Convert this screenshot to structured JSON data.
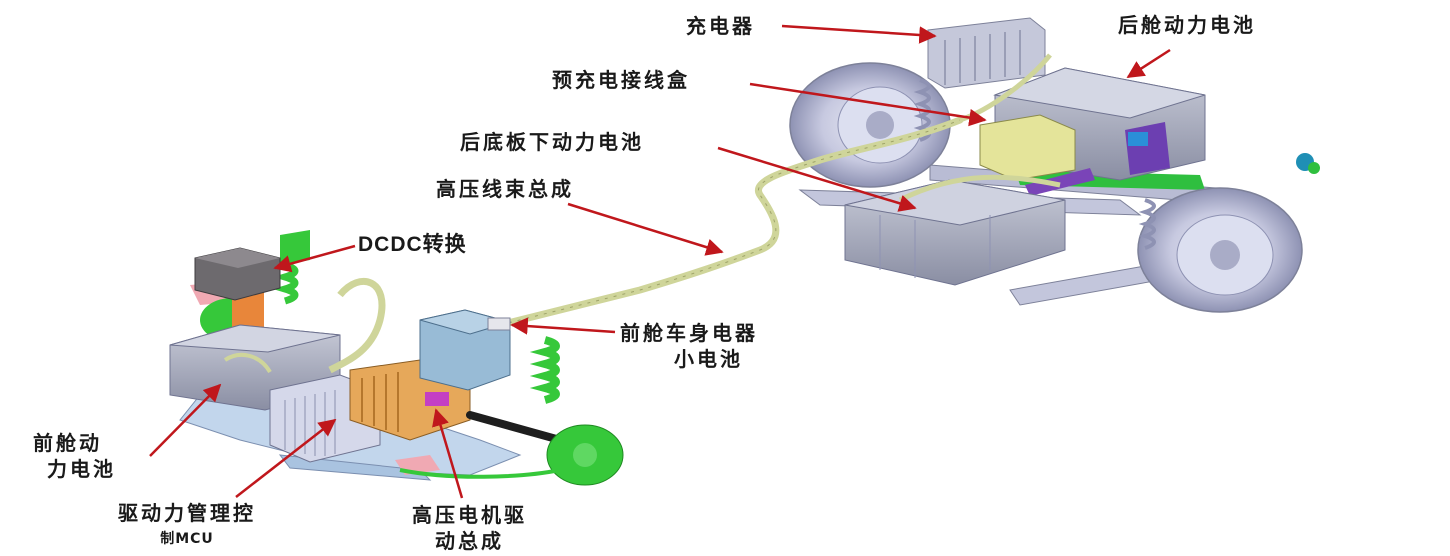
{
  "labels": {
    "charger": "充电器",
    "rear_cabin_battery": "后舱动力电池",
    "precharge_box": "预充电接线盒",
    "rear_floor_battery": "后底板下动力电池",
    "hv_harness": "高压线束总成",
    "dcdc": "DCDC转换",
    "front_small_battery_line1": "前舱车身电器",
    "front_small_battery_line2": "小电池",
    "front_cabin_battery_line1": "前舱动",
    "front_cabin_battery_line2": "力电池",
    "mcu_line1": "驱动力管理控",
    "mcu_line2": "制MCU",
    "hv_motor_line1": "高压电机驱",
    "hv_motor_line2": "动总成"
  },
  "colors": {
    "arrow": "#c0171c",
    "battery_gray": "#9aa0b4",
    "chassis_green": "#37c83a",
    "harness": "#cfd59a",
    "tire": "#b8bcd8"
  }
}
